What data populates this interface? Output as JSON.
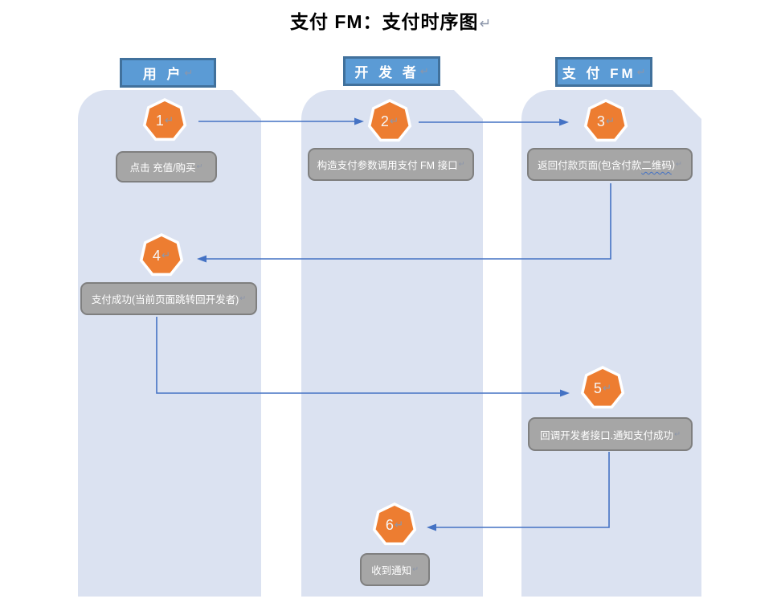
{
  "title": "支付 FM：支付时序图",
  "marks": {
    "return": "↵"
  },
  "colors": {
    "lane": "#dbe2f1",
    "header-fill": "#5b9bd5",
    "header-border": "#41719c",
    "heptagon": "#ed7d31",
    "label-fill": "#a6a6a6",
    "label-border": "#7f7f7f",
    "arrow": "#4472c4",
    "mark": "#8c96aa",
    "title-text": "#000000"
  },
  "lanes": [
    {
      "header": "用 户"
    },
    {
      "header": "开 发 者"
    },
    {
      "header": "支 付  FM"
    }
  ],
  "steps": [
    {
      "num": "1",
      "label": "点击 充值/购买"
    },
    {
      "num": "2",
      "label": "构造支付参数调用支付 FM 接口"
    },
    {
      "num": "3",
      "label_pre": "返回付款页面(包含付款",
      "label_wavy": "二维码",
      "label_post": ")"
    },
    {
      "num": "4",
      "label": "支付成功(当前页面跳转回开发者)"
    },
    {
      "num": "5",
      "label": "回调开发者接口.通知支付成功"
    },
    {
      "num": "6",
      "label": "收到通知"
    }
  ]
}
